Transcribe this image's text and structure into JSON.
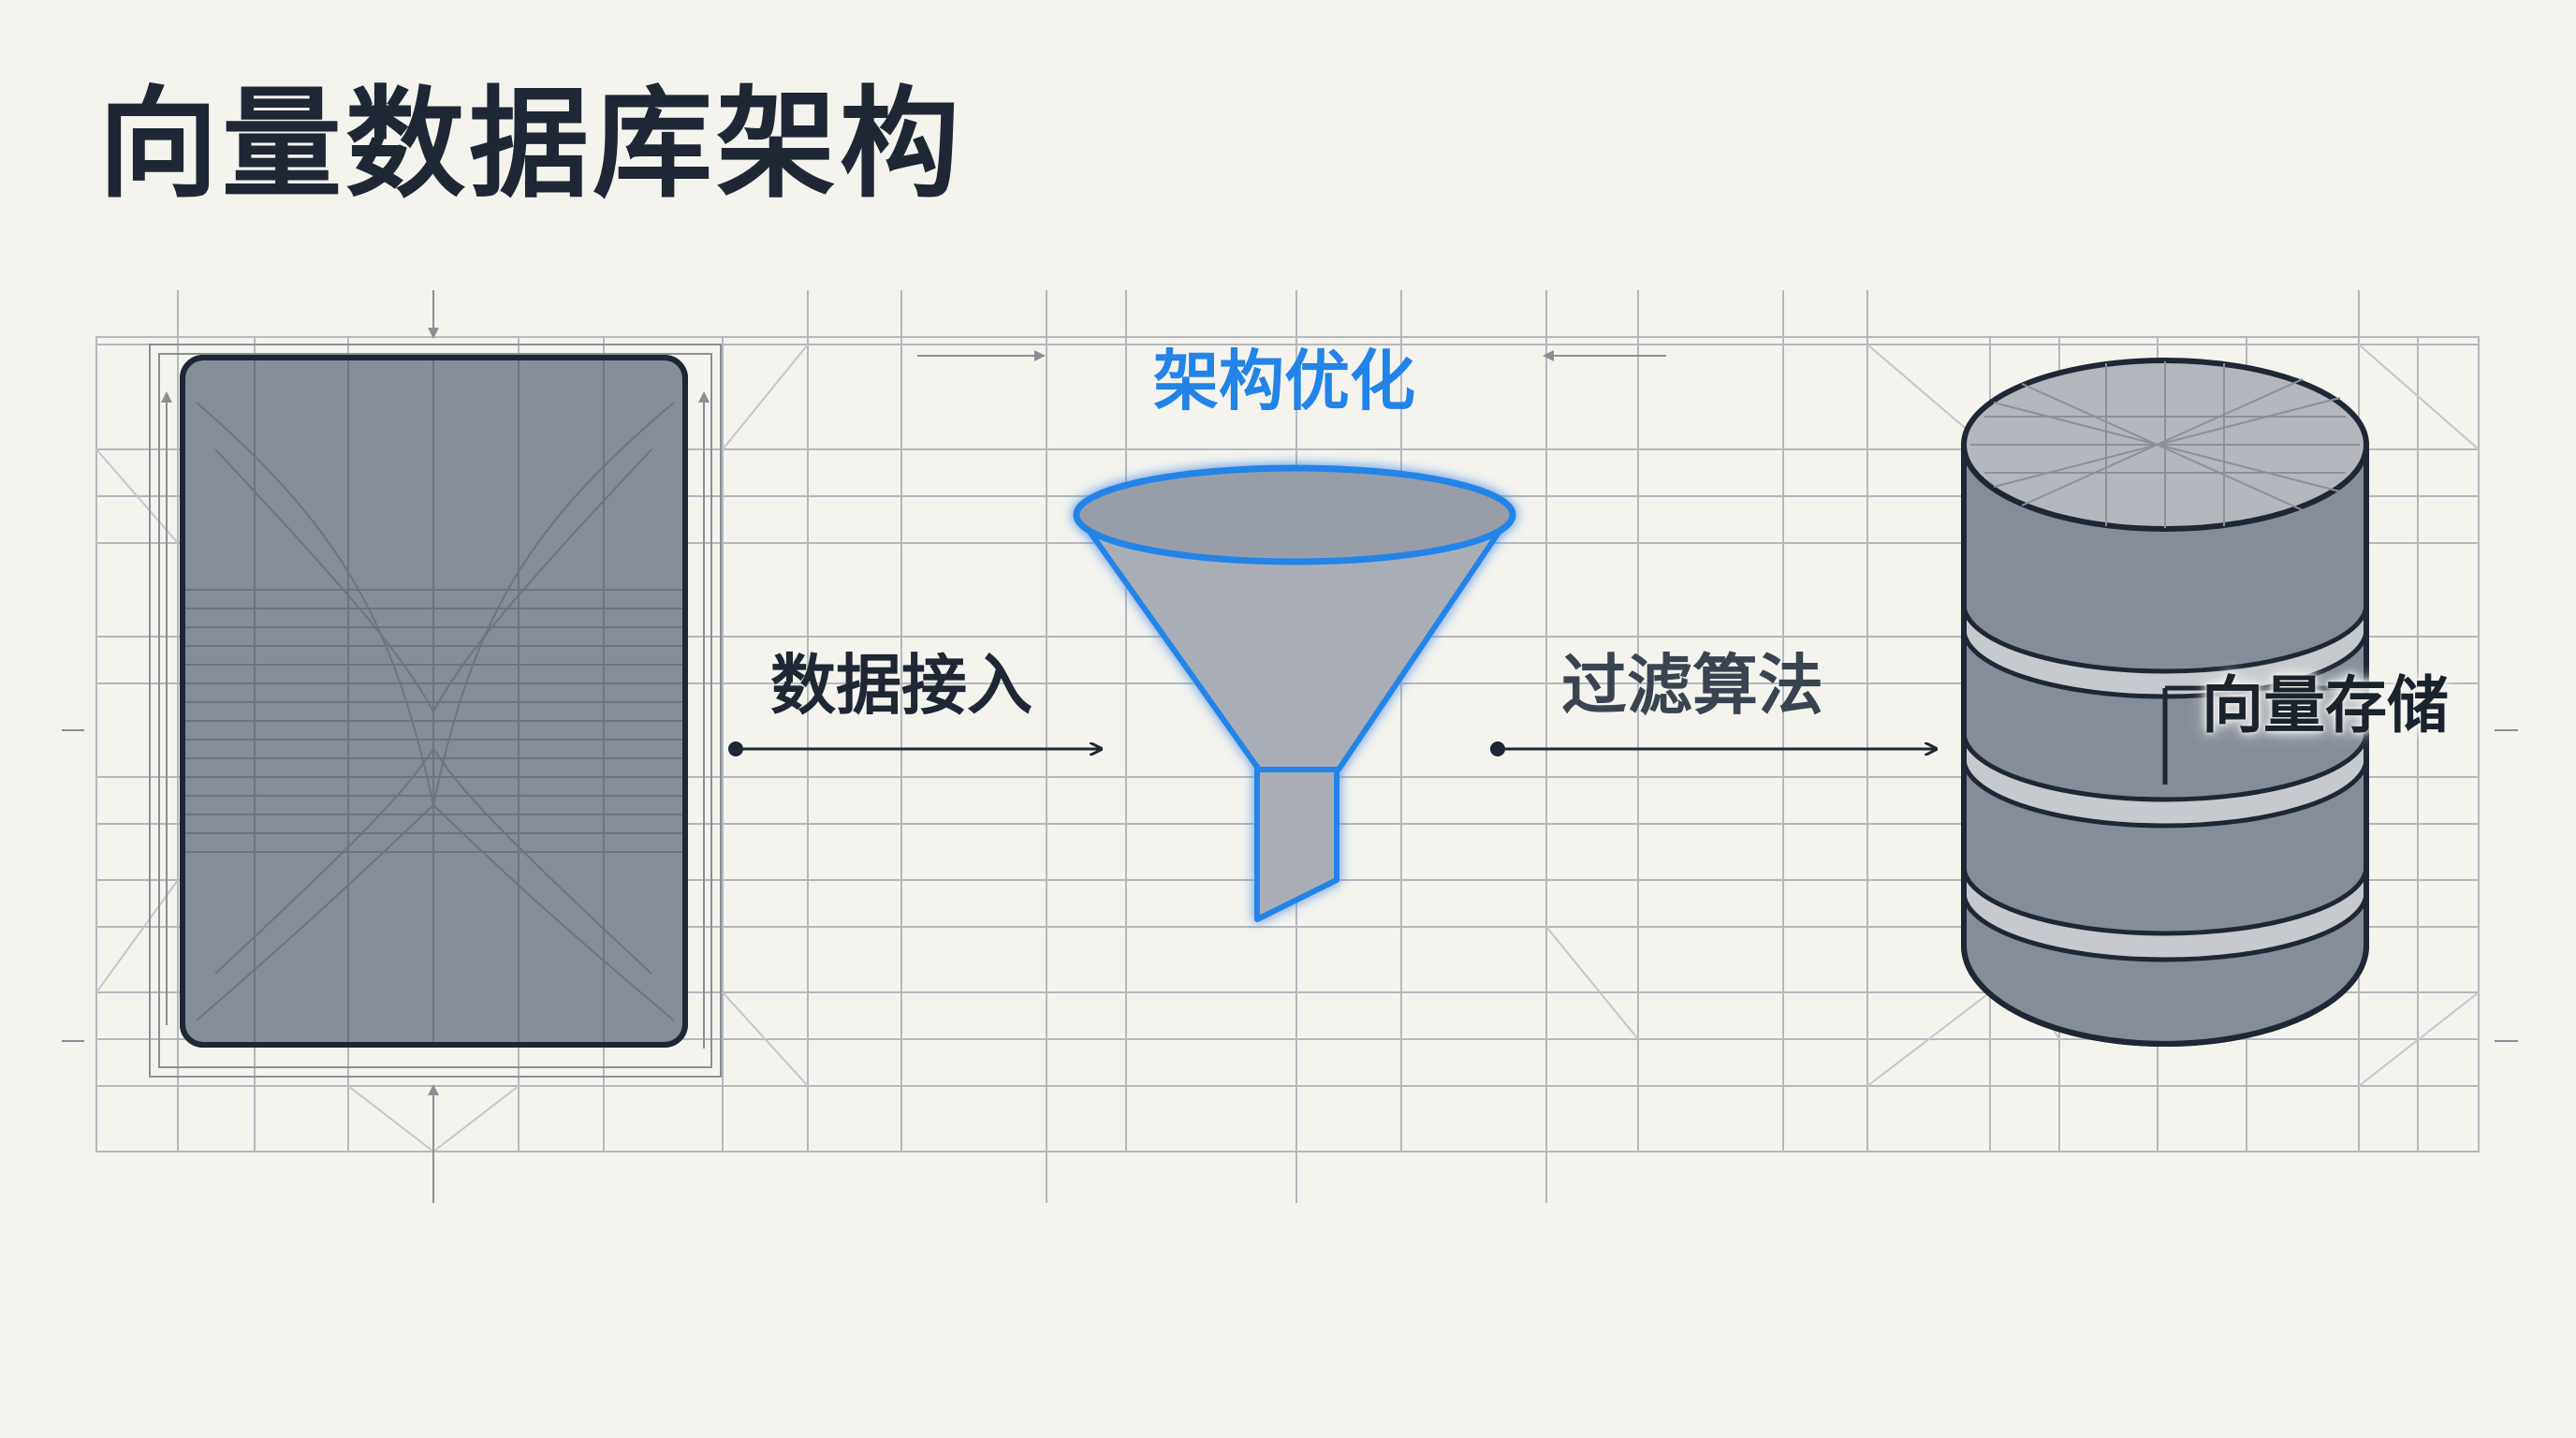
{
  "title": "向量数据库架构",
  "diagram": {
    "labels": {
      "ingest": "数据接入",
      "optimize": "架构优化",
      "filter": "过滤算法",
      "storage": "向量存储"
    },
    "colors": {
      "background": "#f4f3ee",
      "ink": "#1e2733",
      "accent_blue": "#2284e8",
      "panel_fill": "#858d99",
      "cylinder_fill": "#858d99"
    },
    "icons": {
      "source": "data-source-panel",
      "processor": "funnel-icon",
      "sink": "database-cylinder-icon"
    }
  }
}
